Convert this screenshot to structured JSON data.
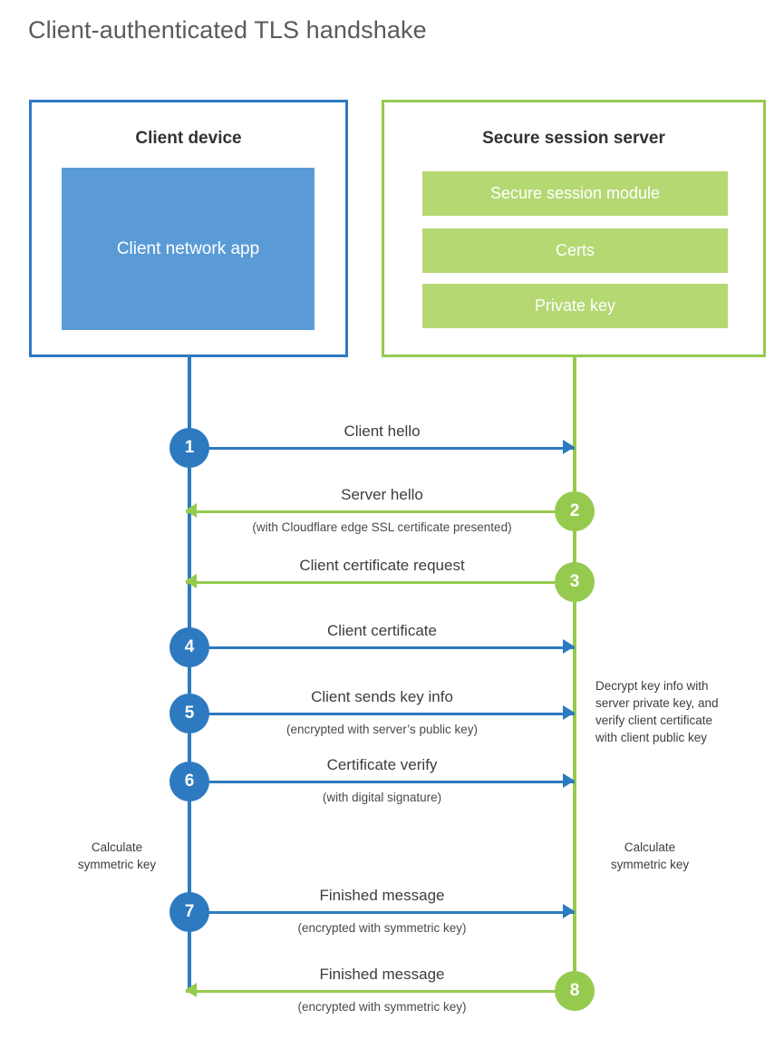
{
  "title": "Client-authenticated TLS handshake",
  "colors": {
    "client_accent": "#2d7ac0",
    "client_app_fill": "#5b9bd5",
    "server_accent": "#96ca4f",
    "server_bar_fill": "#b5d873",
    "title_text": "#5a5a5a"
  },
  "client": {
    "title": "Client device",
    "app_label": "Client network app",
    "note_calculate": "Calculate\nsymmetric key"
  },
  "server": {
    "title": "Secure session server",
    "modules": [
      "Secure session module",
      "Certs",
      "Private key"
    ],
    "note_decrypt": "Decrypt key info with server private key, and verify client certificate with client public key",
    "note_calculate": "Calculate\nsymmetric key"
  },
  "steps": [
    {
      "number": "1",
      "label": "Client hello",
      "sublabel": "",
      "direction": "client-to-server",
      "color": "#2d7ac0"
    },
    {
      "number": "2",
      "label": "Server hello",
      "sublabel": "(with Cloudflare edge SSL certificate presented)",
      "direction": "server-to-client",
      "color": "#96ca4f"
    },
    {
      "number": "3",
      "label": "Client certificate request",
      "sublabel": "",
      "direction": "server-to-client",
      "color": "#96ca4f"
    },
    {
      "number": "4",
      "label": "Client certificate",
      "sublabel": "",
      "direction": "client-to-server",
      "color": "#2d7ac0"
    },
    {
      "number": "5",
      "label": "Client sends key info",
      "sublabel": "(encrypted with server’s public key)",
      "direction": "client-to-server",
      "color": "#2d7ac0"
    },
    {
      "number": "6",
      "label": "Certificate verify",
      "sublabel": "(with digital signature)",
      "direction": "client-to-server",
      "color": "#2d7ac0"
    },
    {
      "number": "7",
      "label": "Finished message",
      "sublabel": "(encrypted with symmetric key)",
      "direction": "client-to-server",
      "color": "#2d7ac0"
    },
    {
      "number": "8",
      "label": "Finished message",
      "sublabel": "(encrypted with symmetric key)",
      "direction": "server-to-client",
      "color": "#96ca4f"
    }
  ],
  "chart_data": {
    "type": "diagram",
    "title": "Client-authenticated TLS handshake",
    "participants": [
      "Client device",
      "Secure session server"
    ],
    "messages": [
      {
        "seq": 1,
        "from": "client",
        "to": "server",
        "text": "Client hello"
      },
      {
        "seq": 2,
        "from": "server",
        "to": "client",
        "text": "Server hello",
        "note": "(with Cloudflare edge SSL certificate presented)"
      },
      {
        "seq": 3,
        "from": "server",
        "to": "client",
        "text": "Client certificate request"
      },
      {
        "seq": 4,
        "from": "client",
        "to": "server",
        "text": "Client certificate"
      },
      {
        "seq": 5,
        "from": "client",
        "to": "server",
        "text": "Client sends key info",
        "note": "(encrypted with server’s public key)"
      },
      {
        "seq": 6,
        "from": "client",
        "to": "server",
        "text": "Certificate verify",
        "note": "(with digital signature)"
      },
      {
        "seq": 7,
        "from": "client",
        "to": "server",
        "text": "Finished message",
        "note": "(encrypted with symmetric key)"
      },
      {
        "seq": 8,
        "from": "server",
        "to": "client",
        "text": "Finished message",
        "note": "(encrypted with symmetric key)"
      }
    ]
  }
}
